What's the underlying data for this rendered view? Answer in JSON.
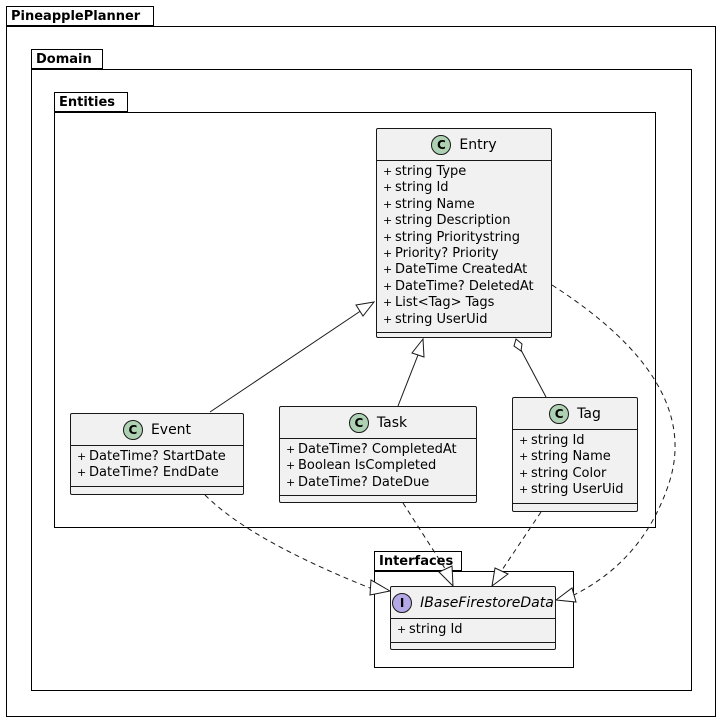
{
  "packages": {
    "root": "PineapplePlanner",
    "domain": "Domain",
    "entities": "Entities",
    "interfaces": "Interfaces"
  },
  "classes": {
    "entry": {
      "stereotype": "C",
      "name": "Entry",
      "fields": [
        "string Type",
        "string Id",
        "string Name",
        "string Description",
        "string Prioritystring",
        "Priority? Priority",
        "DateTime CreatedAt",
        "DateTime? DeletedAt",
        "List<Tag> Tags",
        "string UserUid"
      ]
    },
    "event": {
      "stereotype": "C",
      "name": "Event",
      "fields": [
        "DateTime? StartDate",
        "DateTime? EndDate"
      ]
    },
    "task": {
      "stereotype": "C",
      "name": "Task",
      "fields": [
        "DateTime? CompletedAt",
        "Boolean IsCompleted",
        "DateTime? DateDue"
      ]
    },
    "tag": {
      "stereotype": "C",
      "name": "Tag",
      "fields": [
        "string Id",
        "string Name",
        "string Color",
        "string UserUid"
      ]
    },
    "ibase": {
      "stereotype": "I",
      "name": "IBaseFirestoreData",
      "fields": [
        "string Id"
      ]
    }
  },
  "visibility_marker": "+"
}
